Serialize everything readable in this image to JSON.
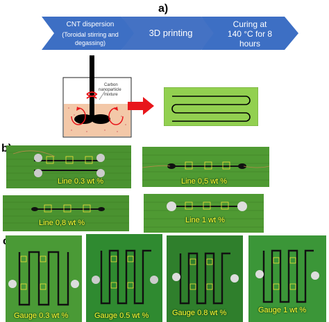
{
  "panel_a": {
    "label": "a)",
    "steps": [
      {
        "title": "CNT dispersion",
        "subtitle": "(Toroidal stirring and degassing)"
      },
      {
        "title": "3D printing",
        "subtitle": ""
      },
      {
        "title": "Curing at 140 °C for 8 hours",
        "subtitle": ""
      }
    ],
    "step3_lines": [
      "Curing at",
      "140 °C for 8",
      "hours"
    ],
    "mixer_label_line1": "Carbon",
    "mixer_label_line2": "nanoparticle",
    "mixer_label_line3": "mixture",
    "arrow_color": "#e8161b",
    "chevron_color": "#3d6fc4",
    "board_color": "#92d050"
  },
  "panel_b": {
    "label": "b)",
    "samples": [
      "Line 0.3 wt %",
      "Line 0,5 wt %",
      "Line 0,8 wt %",
      "Line 1 wt %"
    ]
  },
  "panel_c": {
    "label": "c)",
    "samples": [
      "Gauge 0.3 wt %",
      "Gauge 0.5 wt %",
      "Gauge 0.8 wt %",
      "Gauge 1 wt %"
    ]
  }
}
